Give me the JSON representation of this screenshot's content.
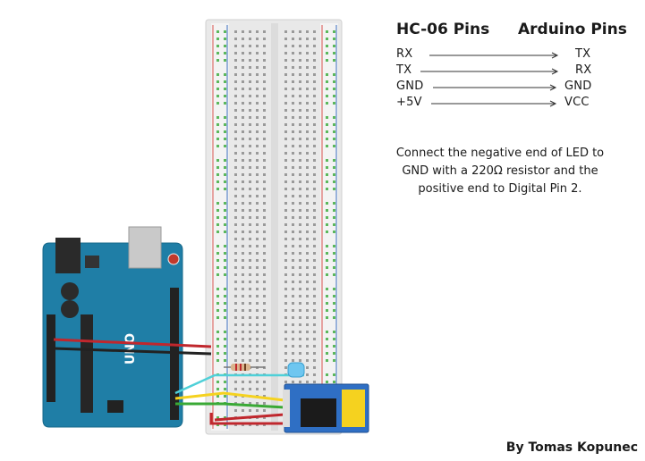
{
  "pin_table": {
    "left_title": "HC-06 Pins",
    "right_title": "Arduino Pins",
    "rows": [
      {
        "from": "RX",
        "to": "TX"
      },
      {
        "from": "TX",
        "to": "RX"
      },
      {
        "from": "GND",
        "to": "GND"
      },
      {
        "from": "+5V",
        "to": "VCC"
      }
    ]
  },
  "instructions": "Connect the negative end of LED to GND with a 220Ω resistor and the positive end to Digital Pin 2.",
  "author": "By Tomas Kopunec",
  "arduino": {
    "brand_text": "UNO"
  },
  "colors": {
    "arduino_board": "#1f7ea6",
    "breadboard": "#e9e9e9",
    "rail_red": "#d9534f",
    "rail_blue": "#3d6fc0",
    "wire_red": "#c0272d",
    "wire_black": "#222222",
    "wire_yellow": "#f5d21f",
    "wire_green": "#39a935",
    "wire_cyan": "#4fd0d8",
    "module_board": "#2f6fc4",
    "led": "#6ec6f0"
  },
  "icons": [
    "arduino-uno-board",
    "breadboard",
    "led",
    "resistor",
    "hc06-bluetooth-module"
  ]
}
